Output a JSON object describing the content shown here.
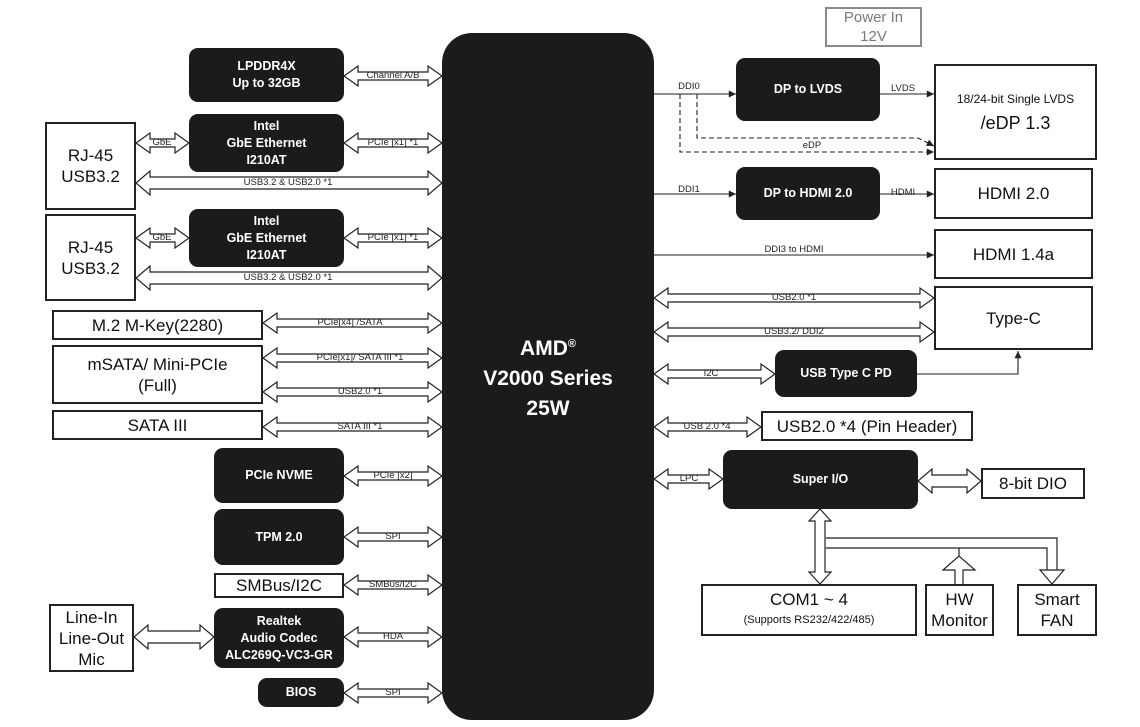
{
  "cpu": {
    "brand": "AMD",
    "reg": "®",
    "series": "V2000 Series",
    "power": "25W"
  },
  "left": {
    "lpddr": [
      "LPDDR4X",
      "Up to 32GB"
    ],
    "nic1": [
      "Intel",
      "GbE Ethernet",
      "I210AT"
    ],
    "nic2": [
      "Intel",
      "GbE Ethernet",
      "I210AT"
    ],
    "rj1": [
      "RJ-45",
      "USB3.2"
    ],
    "rj2": [
      "RJ-45",
      "USB3.2"
    ],
    "m2": "M.2 M-Key(2280)",
    "msata": [
      "mSATA/ Mini-PCIe",
      "(Full)"
    ],
    "sata": "SATA III",
    "nvme": "PCIe NVME",
    "tpm": "TPM 2.0",
    "smbus": "SMBus/I2C",
    "audio_io": [
      "Line-In",
      "Line-Out",
      "Mic"
    ],
    "codec": [
      "Realtek",
      "Audio Codec",
      "ALC269Q-VC3-GR"
    ],
    "bios": "BIOS"
  },
  "right": {
    "power": [
      "Power In",
      "12V"
    ],
    "dp_lvds": "DP to LVDS",
    "lvds_out": [
      "18/24-bit Single LVDS",
      "/eDP 1.3"
    ],
    "dp_hdmi": "DP to HDMI 2.0",
    "hdmi20": "HDMI 2.0",
    "hdmi14": "HDMI 1.4a",
    "typec": "Type-C",
    "pd": "USB Type C PD",
    "usb_hdr": "USB2.0 *4 (Pin Header)",
    "superio": "Super I/O",
    "dio": "8-bit DIO",
    "com": [
      "COM1 ~ 4",
      "(Supports RS232/422/485)"
    ],
    "hwmon": [
      "HW",
      "Monitor"
    ],
    "fan": [
      "Smart",
      "FAN"
    ]
  },
  "links": {
    "channel": "Channel A/B",
    "gbe1": "GbE",
    "pcie1": "PCIe [x1] *1",
    "usb1": "USB3.2 & USB2.0 *1",
    "gbe2": "GbE",
    "pcie2": "PCIe [x1] *1",
    "usb2": "USB3.2 & USB2.0 *1",
    "m2": "PCIe[x4] /SATA",
    "msata": "PCIe[x1]/ SATA III *1",
    "usb20": "USB2.0 *1",
    "sata": "SATA III *1",
    "nvme": "PCIe [x2]",
    "tpm": "SPI",
    "smbus": "SMBus/I2C",
    "hda": "HDA",
    "bios": "SPI",
    "ddi0": "DDI0",
    "lvds": "LVDS",
    "edp": "eDP",
    "ddi1": "DDI1",
    "hdmi": "HDMI",
    "ddi3": "DDI3 to HDMI",
    "usbc20": "USB2.0 *1",
    "usbc32": "USB3.2/ DDI2",
    "i2c": "I2C",
    "usbhdr": "USB 2.0 *4",
    "lpc": "LPC"
  }
}
